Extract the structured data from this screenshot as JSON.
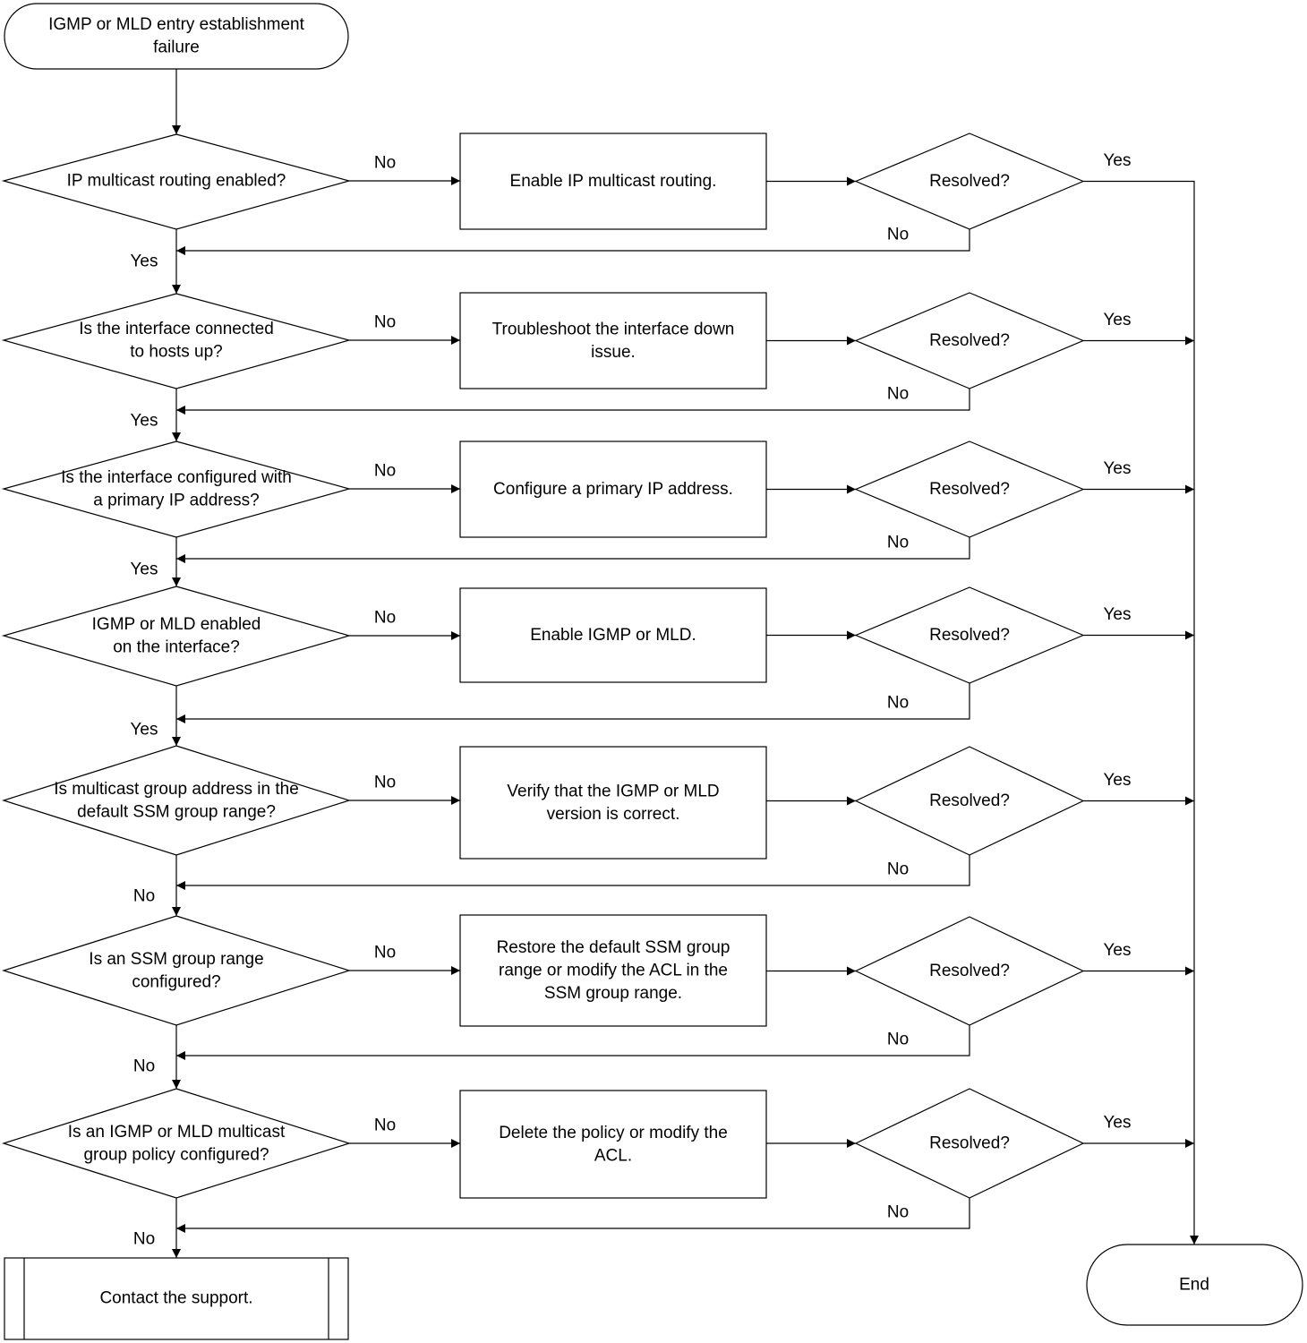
{
  "start": [
    "IGMP or MLD entry establishment",
    "failure"
  ],
  "end": "End",
  "contact": "Contact the support.",
  "resolved": "Resolved?",
  "yes": "Yes",
  "no": "No",
  "steps": [
    {
      "question": [
        "IP multicast routing enabled?"
      ],
      "action": [
        "Enable IP multicast routing."
      ],
      "pass": "Yes"
    },
    {
      "question": [
        "Is the interface connected",
        "to hosts up?"
      ],
      "action": [
        "Troubleshoot the interface down",
        "issue."
      ],
      "pass": "Yes"
    },
    {
      "question": [
        "Is the interface configured with",
        "a primary IP address?"
      ],
      "action": [
        "Configure a primary IP address."
      ],
      "pass": "Yes"
    },
    {
      "question": [
        "IGMP or MLD enabled",
        "on the interface?"
      ],
      "action": [
        "Enable IGMP or MLD."
      ],
      "pass": "Yes"
    },
    {
      "question": [
        "Is multicast group address in the",
        "default SSM group range?"
      ],
      "action": [
        "Verify that the IGMP or MLD",
        "version is correct."
      ],
      "pass": "No"
    },
    {
      "question": [
        "Is an SSM group range",
        "configured?"
      ],
      "action": [
        "Restore the default SSM group",
        "range or modify the ACL in the",
        "SSM group range."
      ],
      "pass": "No"
    },
    {
      "question": [
        "Is an IGMP or MLD multicast",
        "group policy configured?"
      ],
      "action": [
        "Delete the policy or modify the",
        "ACL."
      ],
      "pass": "No"
    }
  ]
}
